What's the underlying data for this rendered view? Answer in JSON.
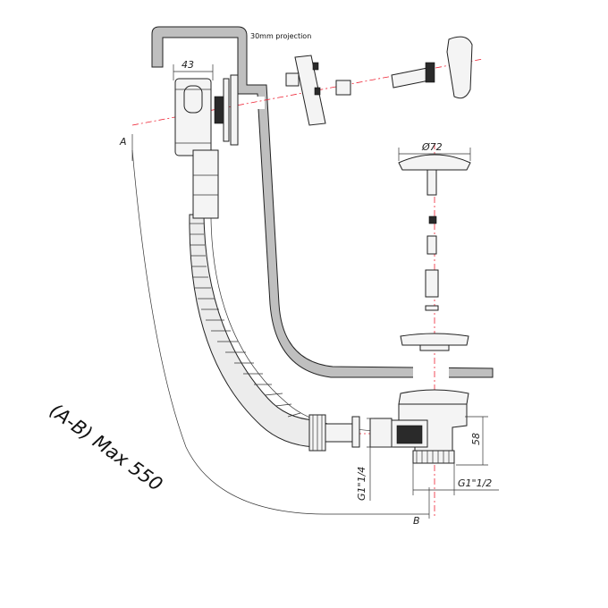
{
  "labels": {
    "projection": "30mm projection",
    "dim_43": "43",
    "point_a": "A",
    "point_b": "B",
    "dim_72": "Ø72",
    "dim_58": "58",
    "thread_left": "G1\"1/4",
    "thread_right": "G1\"1/2",
    "max_length": "(A-B) Max 550"
  },
  "colors": {
    "axis_line": "#e22233",
    "outline": "#222222",
    "bath_wall_fill": "#bfbfbf"
  }
}
